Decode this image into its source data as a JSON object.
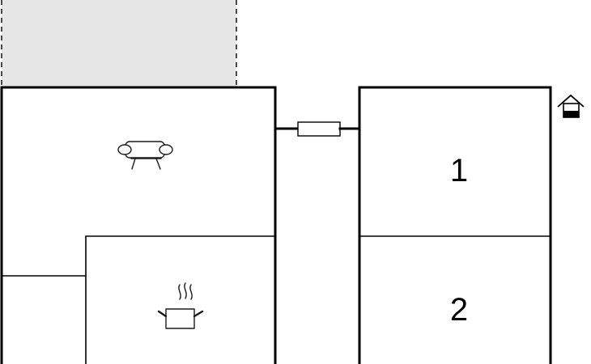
{
  "floorplan": {
    "colors": {
      "walls": "#000000",
      "terrace_fill": "#e6e6e6",
      "background": "#ffffff"
    },
    "rooms": [
      {
        "id": "living-room",
        "icon": "sofa-icon"
      },
      {
        "id": "kitchen",
        "icon": "cooking-pot-icon"
      },
      {
        "id": "bedroom-1",
        "label": "1"
      },
      {
        "id": "bedroom-2",
        "label": "2"
      }
    ],
    "markers": {
      "entrance": {
        "icon": "house-entrance-icon"
      },
      "terrace": {
        "icon": "terrace-area"
      },
      "window": {
        "icon": "window-icon"
      }
    }
  }
}
